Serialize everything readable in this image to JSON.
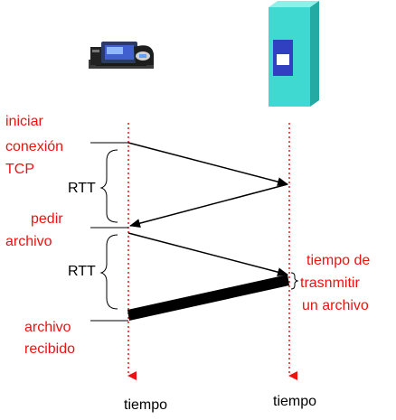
{
  "labels": {
    "iniciar_1": "iniciar",
    "iniciar_2": "conexión",
    "iniciar_3": "TCP",
    "rtt_1": "RTT",
    "pedir_1": "pedir",
    "pedir_2": "archivo",
    "rtt_2": "RTT",
    "tiempo_tx_1": "tiempo de",
    "tiempo_tx_2": "trasnmitir",
    "tiempo_tx_3": "un archivo",
    "recibido_1": "archivo",
    "recibido_2": "recibido",
    "tiempo_client": "tiempo",
    "tiempo_server": "tiempo"
  },
  "colors": {
    "annotation": "#ee1111",
    "timeline": "#ee1111",
    "arrow": "#000000",
    "text": "#000000",
    "server_body": "#3fd9d2",
    "server_panel": "#3040c0"
  },
  "icons": {
    "client": "desktop-computer-icon",
    "server": "server-tower-icon"
  }
}
